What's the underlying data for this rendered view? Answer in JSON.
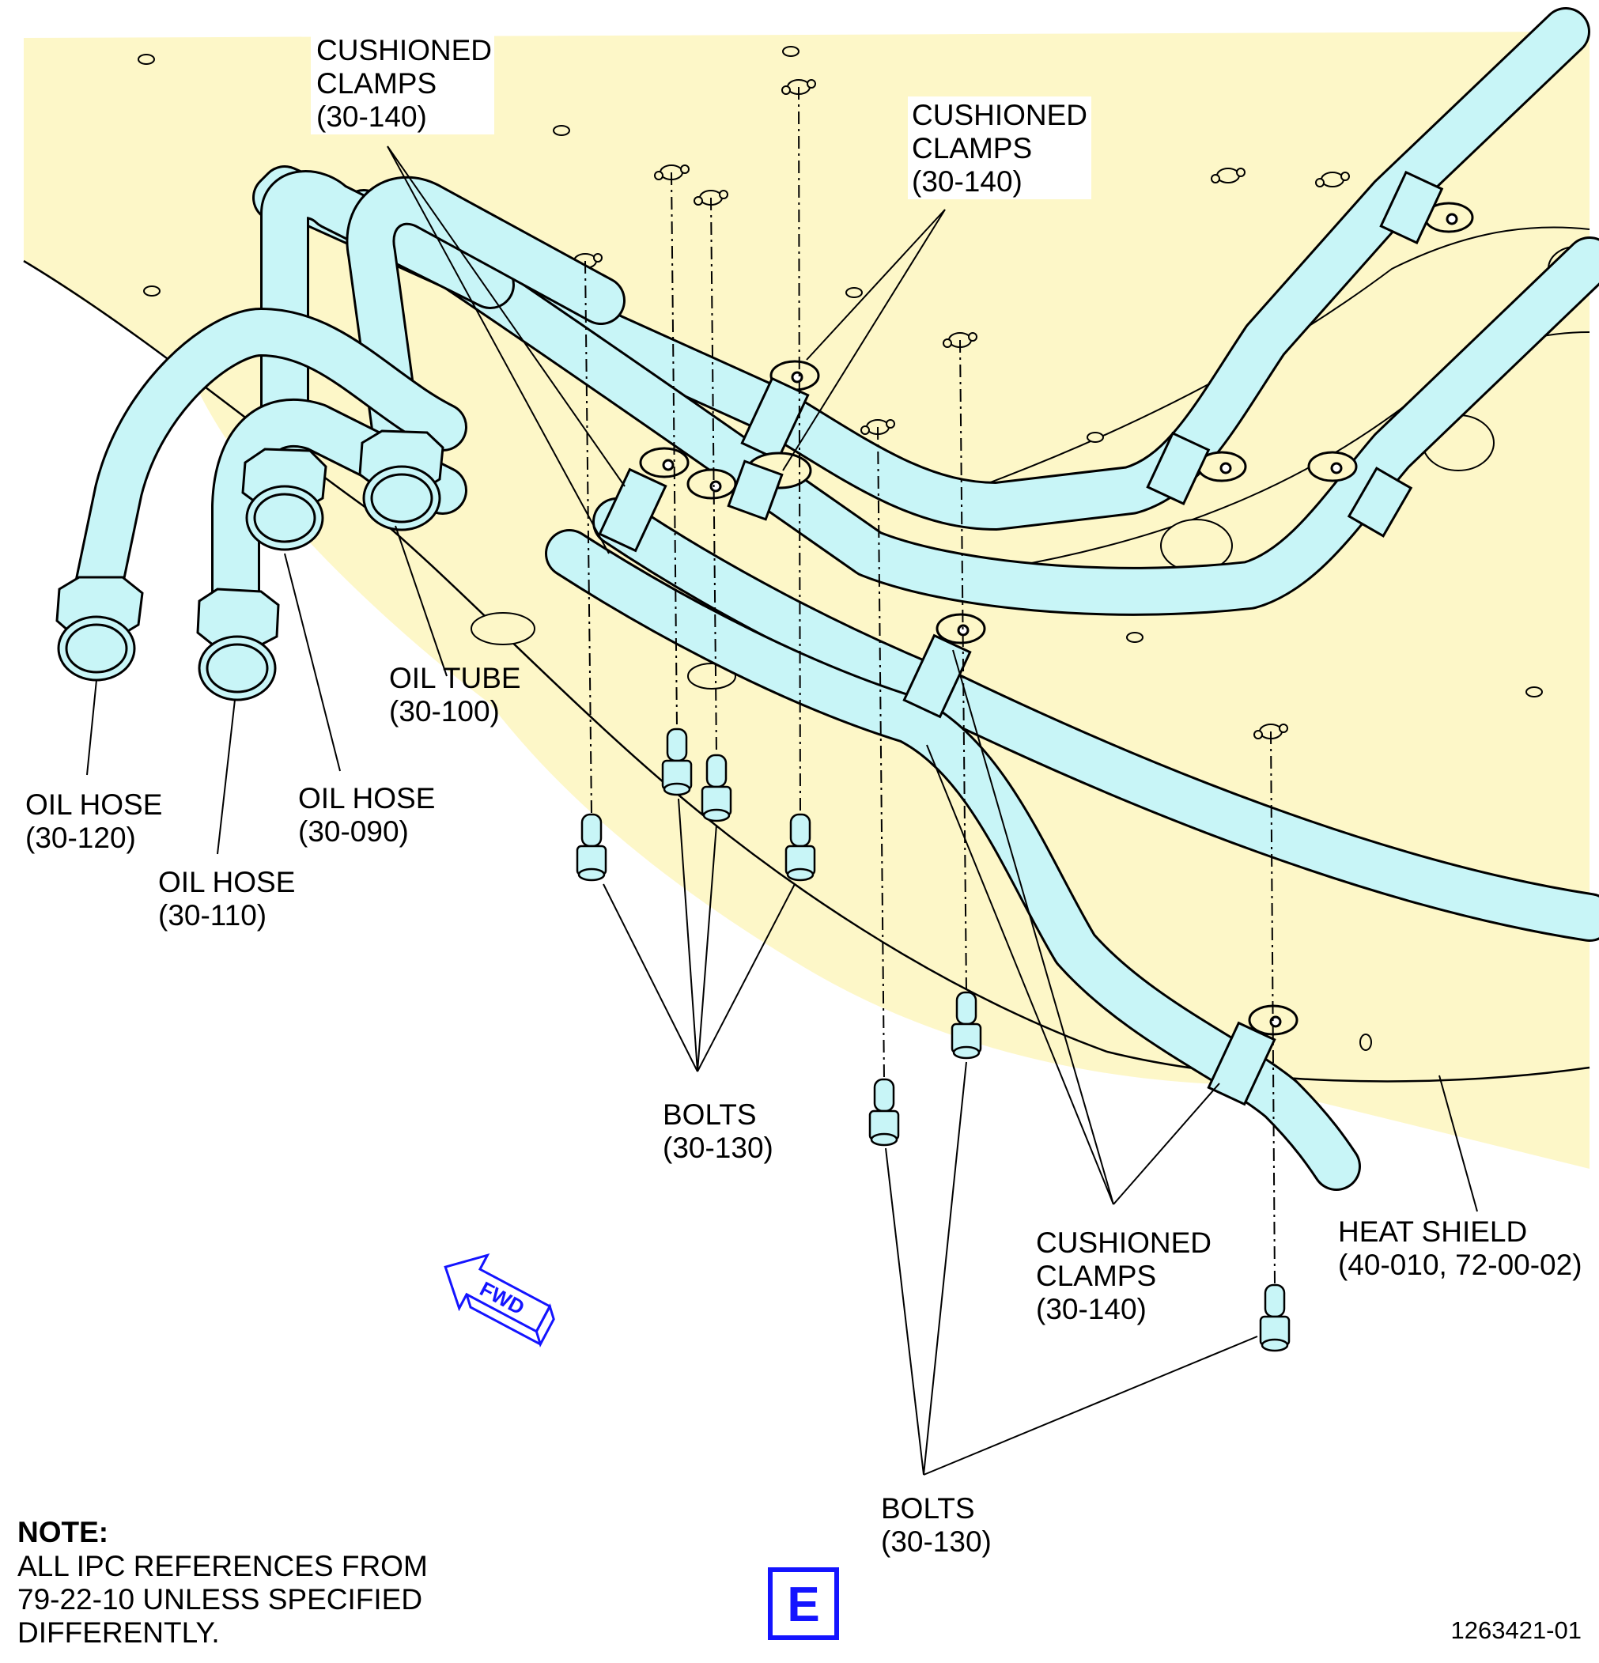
{
  "labels": {
    "clamps_top_left": [
      "CUSHIONED",
      "CLAMPS",
      "(30-140)"
    ],
    "clamps_top_right": [
      "CUSHIONED",
      "CLAMPS",
      "(30-140)"
    ],
    "clamps_bottom": [
      "CUSHIONED",
      "CLAMPS",
      "(30-140)"
    ],
    "oil_tube": [
      "OIL TUBE",
      "(30-100)"
    ],
    "oil_hose_120": [
      "OIL HOSE",
      "(30-120)"
    ],
    "oil_hose_090": [
      "OIL HOSE",
      "(30-090)"
    ],
    "oil_hose_110": [
      "OIL HOSE",
      "(30-110)"
    ],
    "bolts_upper": [
      "BOLTS",
      "(30-130)"
    ],
    "bolts_lower": [
      "BOLTS",
      "(30-130)"
    ],
    "heat_shield": [
      "HEAT SHIELD",
      "(40-010, 72-00-02)"
    ]
  },
  "note": {
    "heading": "NOTE:",
    "lines": [
      "ALL IPC REFERENCES FROM",
      "79-22-10 UNLESS SPECIFIED",
      "DIFFERENTLY."
    ]
  },
  "direction_arrow": "FWD",
  "view_letter": "E",
  "figure_number": "1263421-01",
  "colors": {
    "heat_shield_fill": "#fdf7c8",
    "tube_fill": "#c8f5f7",
    "accent_blue": "#1414ff"
  }
}
